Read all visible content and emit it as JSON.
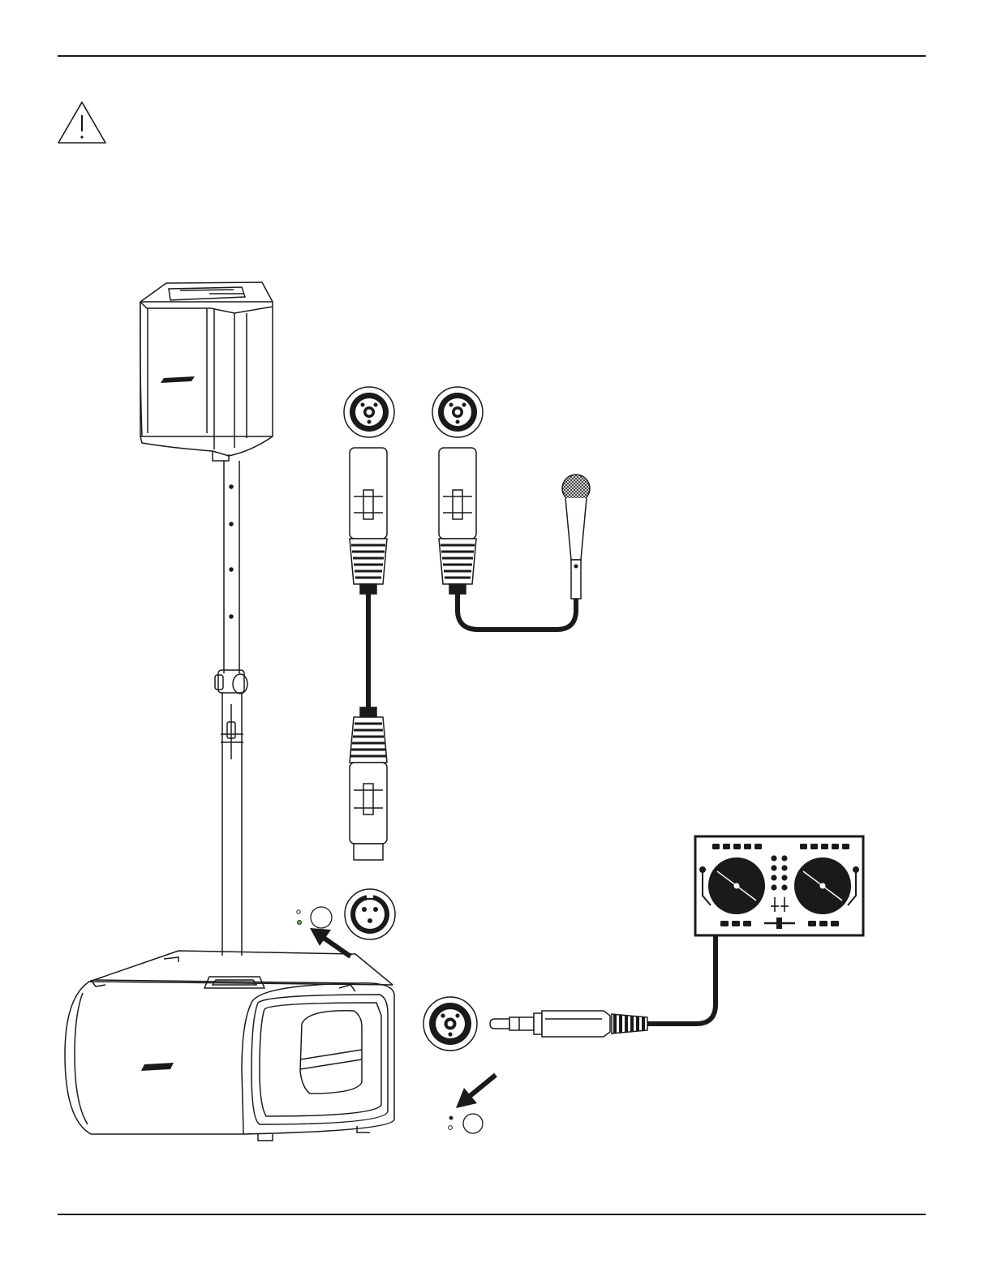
{
  "page": {
    "background": "#ffffff",
    "ink": "#1a1a1a",
    "led_color": "#5fb04a"
  },
  "header": {
    "warning_icon": "caution-triangle-icon"
  },
  "diagram": {
    "brand_marks": [
      "bose-logo",
      "bose-logo"
    ],
    "components": [
      "top-speaker",
      "mounting-pole",
      "subwoofer-base",
      "combo-input-jack",
      "combo-input-jack",
      "combo-input-jack",
      "xlr-output-jack",
      "xlr-male-connector",
      "xlr-male-connector",
      "xlr-female-connector",
      "handheld-microphone",
      "quarter-inch-plug",
      "dj-controller"
    ],
    "indicators": [
      {
        "name": "power-led",
        "lit": true
      },
      {
        "name": "input-led",
        "lit": false
      }
    ]
  }
}
